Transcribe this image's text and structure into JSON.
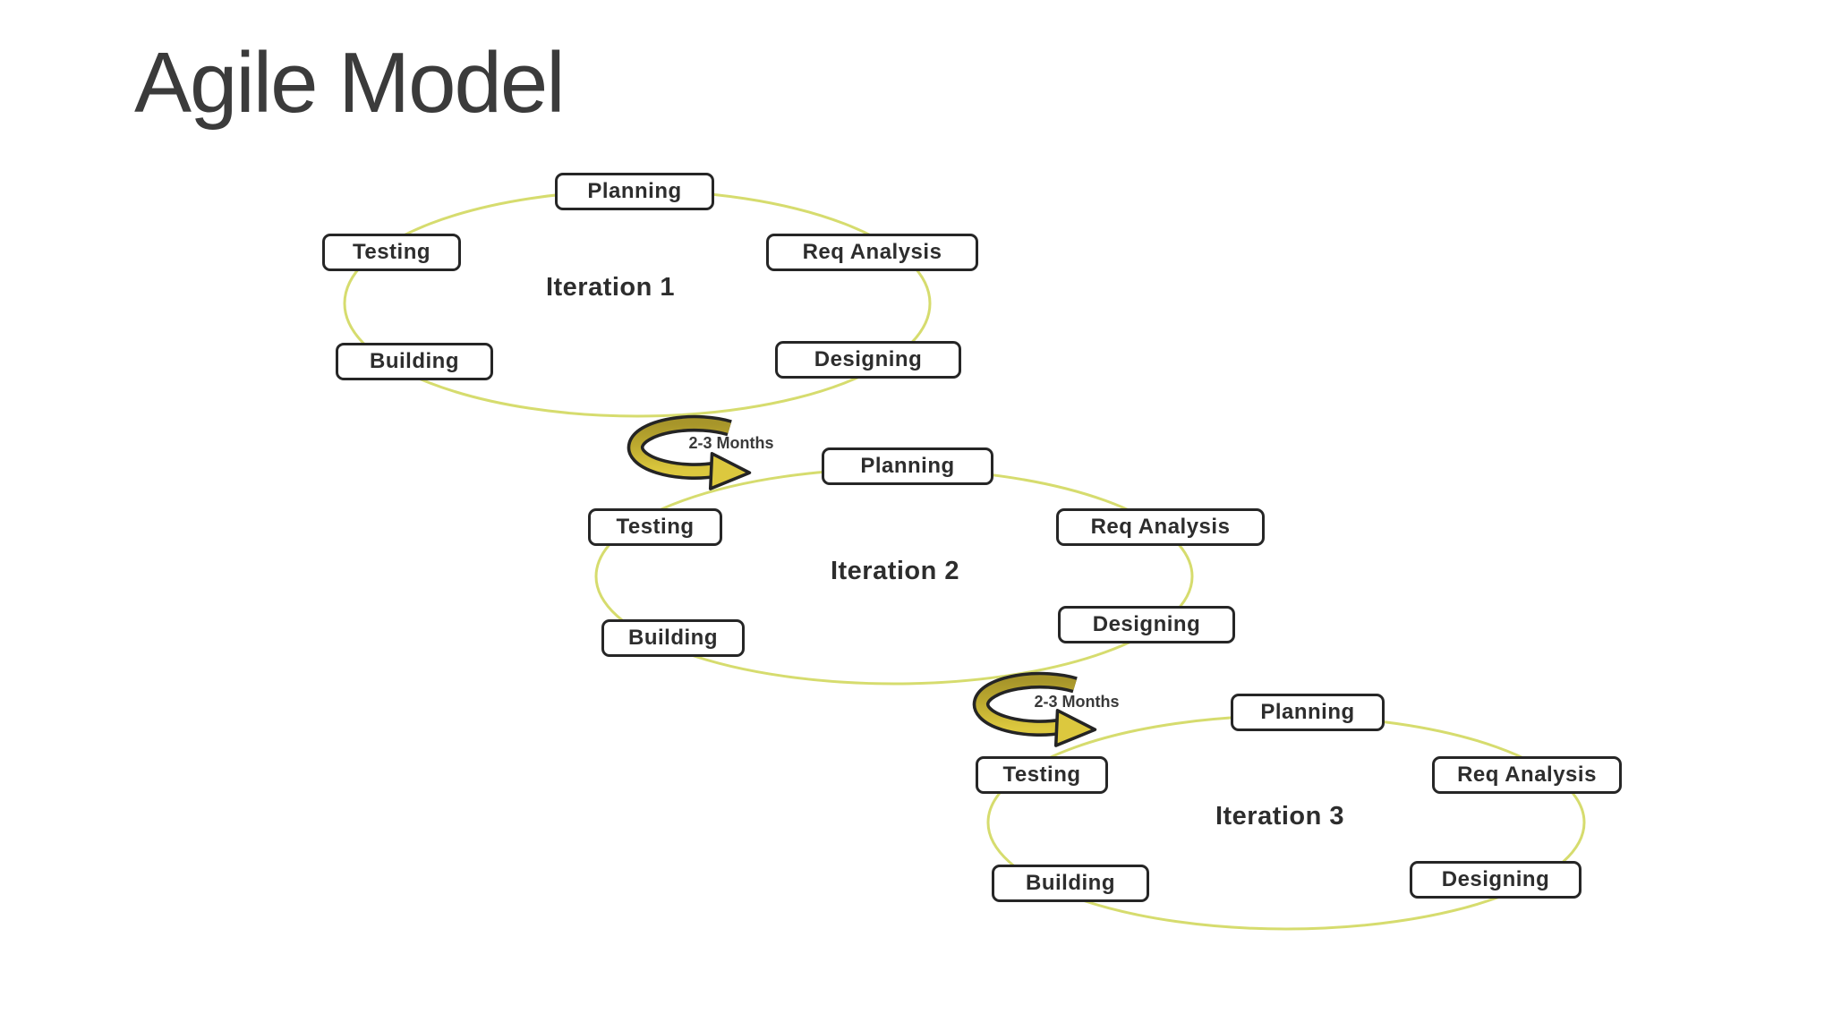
{
  "title": "Agile Model",
  "diagram": {
    "iterations": [
      {
        "label": "Iteration 1",
        "phases": {
          "planning": "Planning",
          "req_analysis": "Req Analysis",
          "designing": "Designing",
          "building": "Building",
          "testing": "Testing"
        }
      },
      {
        "label": "Iteration 2",
        "phases": {
          "planning": "Planning",
          "req_analysis": "Req Analysis",
          "designing": "Designing",
          "building": "Building",
          "testing": "Testing"
        }
      },
      {
        "label": "Iteration 3",
        "phases": {
          "planning": "Planning",
          "req_analysis": "Req Analysis",
          "designing": "Designing",
          "building": "Building",
          "testing": "Testing"
        }
      }
    ],
    "transitions": [
      {
        "label": "2-3 Months"
      },
      {
        "label": "2-3 Months"
      }
    ]
  },
  "colors": {
    "background": "#ffffff",
    "title_text": "#3b3b3b",
    "box_border": "#262626",
    "box_fill": "#ffffff",
    "box_text": "#2d2d2d",
    "ellipse_stroke": "#d6dc6e",
    "arrow_fill_top": "#a7952a",
    "arrow_fill_bottom": "#dcc83e",
    "arrow_outline": "#242424"
  }
}
